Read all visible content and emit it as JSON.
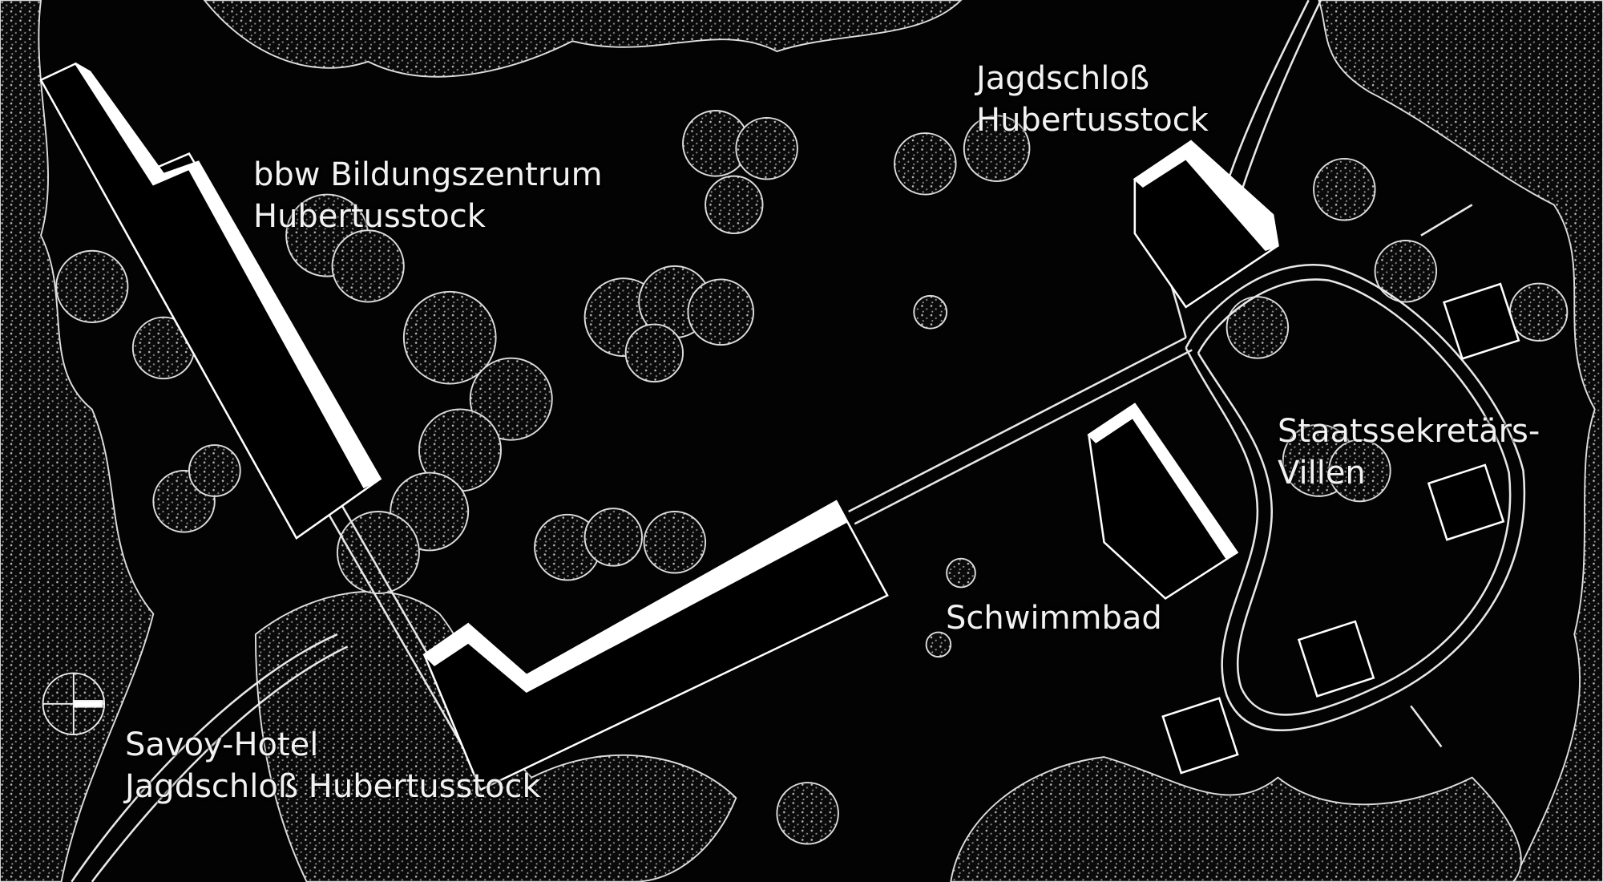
{
  "map": {
    "labels": {
      "bbw": {
        "line1": "bbw Bildungszentrum",
        "line2": "Hubertusstock"
      },
      "jagdschloss": {
        "line1": "Jagdschloß",
        "line2": "Hubertusstock"
      },
      "villen": {
        "line1": "Staatssekretärs-",
        "line2": "Villen"
      },
      "schwimmbad": {
        "line1": "Schwimmbad"
      },
      "savoy": {
        "line1": "Savoy-Hotel",
        "line2": "Jagdschloß Hubertusstock"
      }
    },
    "colors": {
      "background": "#030303",
      "lines": "#f2f2f2"
    }
  }
}
